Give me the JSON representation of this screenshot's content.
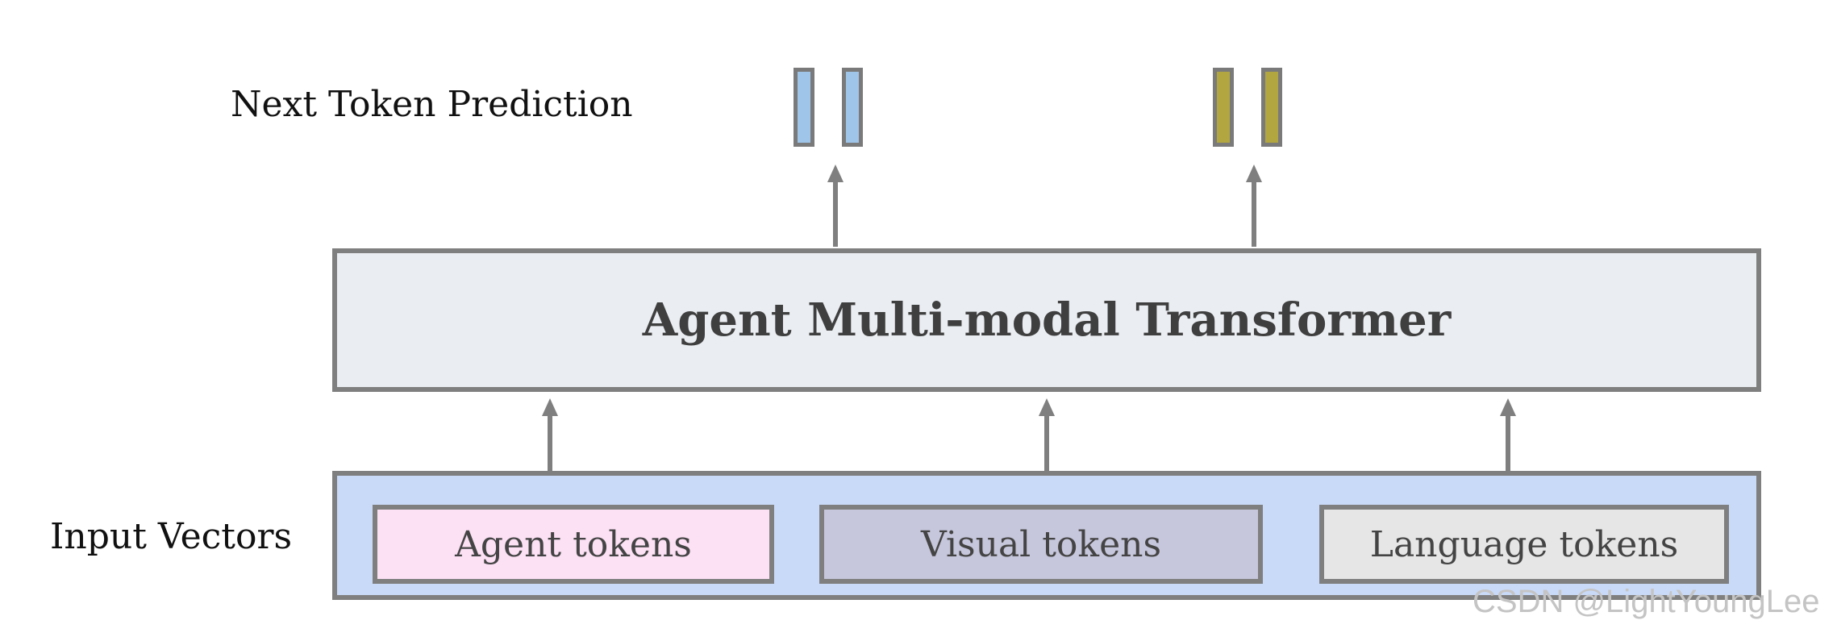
{
  "labels": {
    "next_token_prediction": "Next Token Prediction",
    "input_vectors": "Input Vectors"
  },
  "transformer": {
    "title": "Agent Multi-modal Transformer",
    "fill": "#eaedf1"
  },
  "input_tokens": [
    {
      "label": "Agent tokens",
      "fill": "#fce0f4"
    },
    {
      "label": "Visual tokens",
      "fill": "#c6c6dc"
    },
    {
      "label": "Language tokens",
      "fill": "#e6e6e6"
    }
  ],
  "output_groups": [
    {
      "color": "#9fc5e8"
    },
    {
      "color": "#b2a640"
    }
  ],
  "watermark": "CSDN @LightYoungLee",
  "colors": {
    "border": "#7f7f7f",
    "input_frame": "#c9daf8"
  }
}
